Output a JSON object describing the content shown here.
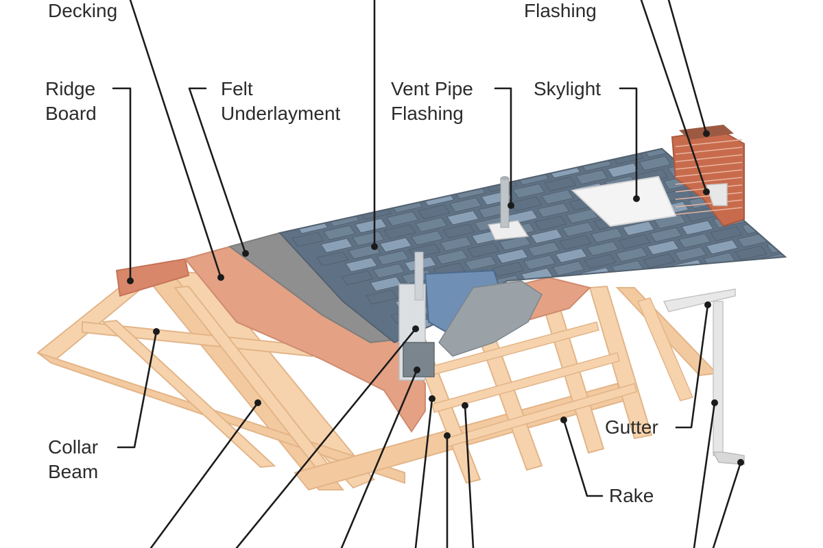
{
  "labels": {
    "decking": "Decking",
    "flashing": "Flashing",
    "ridge_board": [
      "Ridge",
      "Board"
    ],
    "felt_underlayment": [
      "Felt",
      "Underlayment"
    ],
    "vent_pipe_flashing": [
      "Vent Pipe",
      "Flashing"
    ],
    "skylight": "Skylight",
    "collar_beam": [
      "Collar",
      "Beam"
    ],
    "gutter": "Gutter",
    "rake": "Rake"
  },
  "colors": {
    "shingle_dark": "#5f7184",
    "shingle_mid": "#6f8397",
    "shingle_light": "#8aa0b6",
    "felt": "#8f8f8f",
    "decking": "#e4a184",
    "lumber": "#f6d3ad",
    "lumber_edge": "#e2b487",
    "brick": "#c86b4c",
    "skylight": "#f4f4f4",
    "metal": "#c9ced3",
    "leader": "#1b1b1b"
  }
}
